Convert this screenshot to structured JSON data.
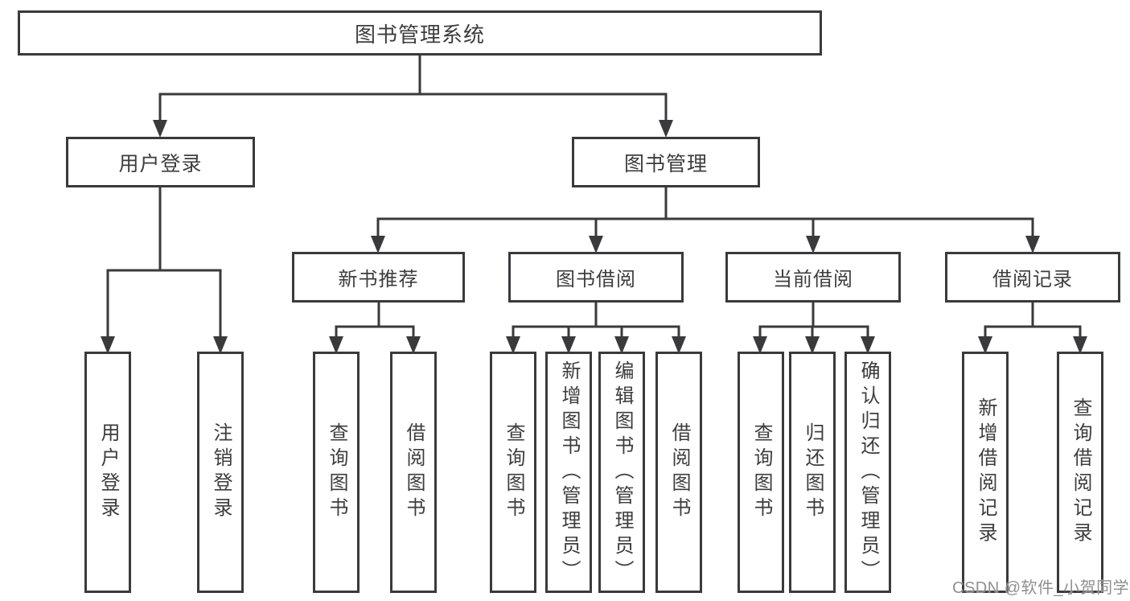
{
  "diagram": {
    "root": {
      "label": "图书管理系统"
    },
    "branches": [
      {
        "label": "用户登录",
        "children": [
          {
            "label": "用户登录"
          },
          {
            "label": "注销登录"
          }
        ]
      },
      {
        "label": "图书管理",
        "children": [
          {
            "label": "新书推荐",
            "children": [
              {
                "label": "查询图书"
              },
              {
                "label": "借阅图书"
              }
            ]
          },
          {
            "label": "图书借阅",
            "children": [
              {
                "label": "查询图书"
              },
              {
                "label": "新增图书（管理员）"
              },
              {
                "label": "编辑图书（管理员）"
              },
              {
                "label": "借阅图书"
              }
            ]
          },
          {
            "label": "当前借阅",
            "children": [
              {
                "label": "查询图书"
              },
              {
                "label": "归还图书"
              },
              {
                "label": "确认归还（管理员）"
              }
            ]
          },
          {
            "label": "借阅记录",
            "children": [
              {
                "label": "新增借阅记录"
              },
              {
                "label": "查询借阅记录"
              }
            ]
          }
        ]
      }
    ]
  },
  "watermark": {
    "text": "CSDN @软件_小贺同学"
  },
  "colors": {
    "line": "#3a3a3c",
    "text": "#3d3d3f",
    "background": "#ffffff",
    "watermark": "#8f8f91"
  }
}
